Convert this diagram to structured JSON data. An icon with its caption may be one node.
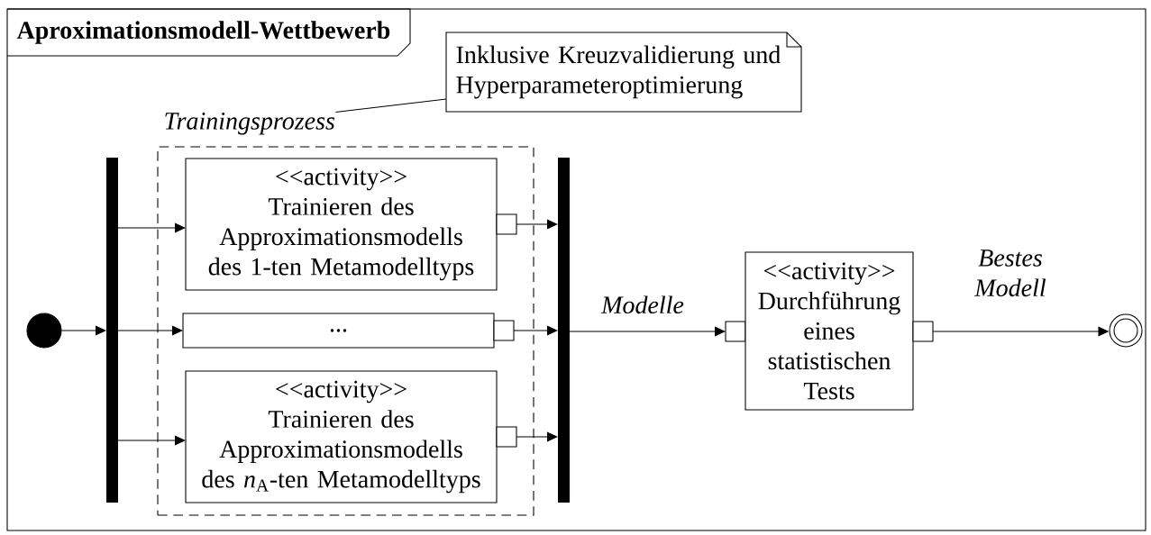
{
  "diagram": {
    "nodes": [
      {
        "text": [
          "Aproximationsmodell-Wettbewerb"
        ]
      },
      {
        "text": [
          "Trainingsprozess"
        ],
        "in": 0
      },
      {
        "text": [
          "Inklusive Kreuzvalidierung und Hyperparameteroptimierung"
        ],
        "in": 0
      },
      {
        "text": [],
        "shape": "circle",
        "in": 0
      },
      {
        "text": [],
        "shape": "bar",
        "in": 0
      },
      {
        "text": [
          "<<activity>>",
          "Trainieren des Approximationsmodells des 1-ten Metamodelltyps"
        ],
        "in": 1
      },
      {
        "text": [
          "..."
        ],
        "in": 1
      },
      {
        "text": [
          "<<activity>>",
          "Trainieren des Approximationsmodells des *n*$_{A}$-ten Metamodelltyps"
        ],
        "in": 1
      },
      {
        "text": [],
        "shape": "box",
        "in": 1
      },
      {
        "text": [],
        "shape": "box",
        "in": 1
      },
      {
        "text": [],
        "shape": "box",
        "in": 1
      },
      {
        "text": [],
        "shape": "bar",
        "in": 0
      },
      {
        "text": [],
        "shape": "box",
        "in": 0
      },
      {
        "text": [
          "<<activity>>",
          "Durchführung eines statistischen Tests"
        ],
        "in": 0
      },
      {
        "text": [],
        "shape": "box",
        "in": 0
      },
      {
        "text": [],
        "shape": "circle",
        "in": 0
      }
    ],
    "edges": [
      {
        "from": 2,
        "to": 1,
        "arrow": "none"
      },
      {
        "from": 3,
        "to": 4,
        "arrow": "to"
      },
      {
        "from": 4,
        "to": 5,
        "arrow": "to"
      },
      {
        "from": 4,
        "to": 6,
        "arrow": "to"
      },
      {
        "from": 4,
        "to": 7,
        "arrow": "to"
      },
      {
        "from": 8,
        "to": 11,
        "arrow": "to"
      },
      {
        "from": 9,
        "to": 11,
        "arrow": "to"
      },
      {
        "from": 10,
        "to": 11,
        "arrow": "to"
      },
      {
        "from": 11,
        "to": 12,
        "arrow": "to",
        "label": "Modelle"
      },
      {
        "from": 14,
        "to": 15,
        "arrow": "to",
        "label": "Bestes Modell"
      }
    ]
  }
}
